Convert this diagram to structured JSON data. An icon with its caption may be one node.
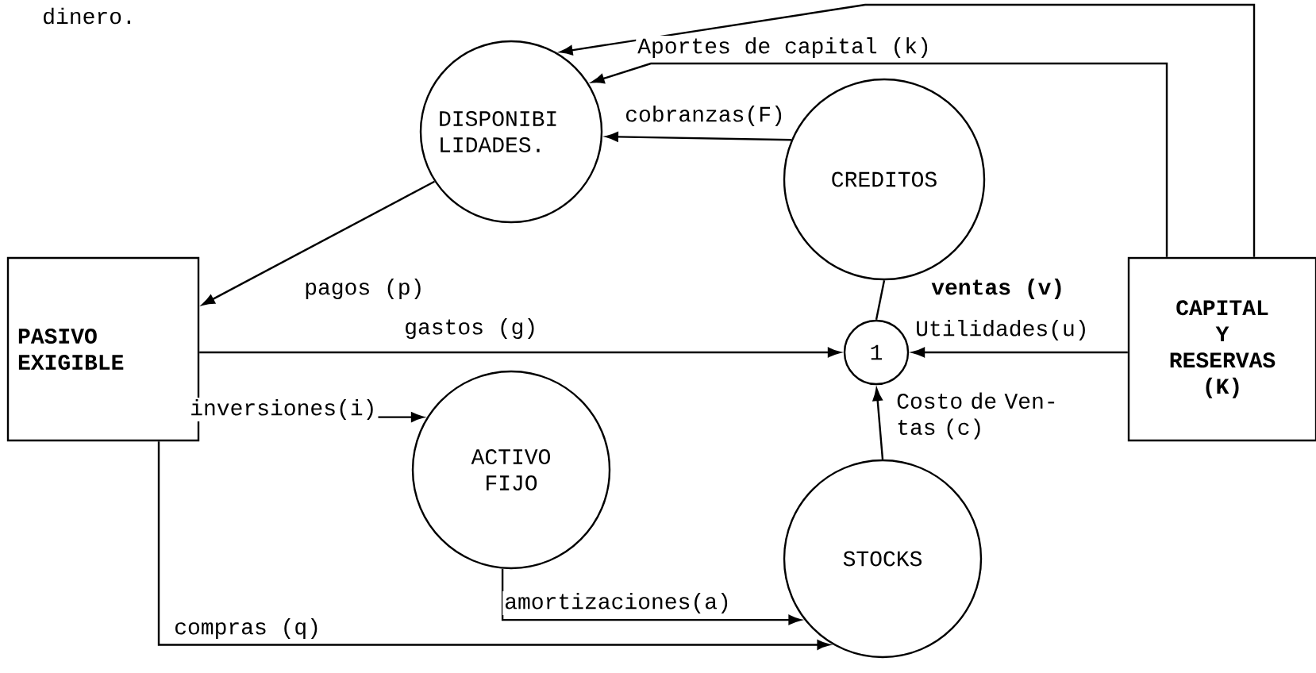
{
  "diagram": {
    "nodes": [
      {
        "text": [
          "DISPONIBI LIDADES."
        ]
      },
      {
        "text": [
          "CREDITOS"
        ]
      },
      {
        "text": [
          "PASIVO EXIGIBLE"
        ]
      },
      {
        "text": [
          "1"
        ]
      },
      {
        "text": [
          "CAPITAL Y RESERVAS (K)"
        ]
      },
      {
        "text": [
          "ACTIVO FIJO"
        ]
      },
      {
        "text": [
          "STOCKS"
        ]
      }
    ],
    "edges": [
      {
        "from": 4,
        "to": 0,
        "arrow": "to"
      },
      {
        "from": 4,
        "to": 0,
        "arrow": "to",
        "label": "Aportes de capital (k)"
      },
      {
        "from": 1,
        "to": 0,
        "arrow": "to",
        "label": "cobranzas(F)"
      },
      {
        "from": 0,
        "to": 2,
        "arrow": "to",
        "label": "pagos (p)"
      },
      {
        "from": 2,
        "to": 3,
        "arrow": "to",
        "label": "gastos (g)"
      },
      {
        "from": 1,
        "to": 3,
        "arrow": "none",
        "label": "ventas (v)"
      },
      {
        "from": 4,
        "to": 3,
        "arrow": "to",
        "label": "Utilidades(u)"
      },
      {
        "from": 6,
        "to": 3,
        "arrow": "to",
        "label": "Costo de Ven- tas (c)"
      },
      {
        "from": 2,
        "to": 5,
        "arrow": "to",
        "label": "inversiones(i)"
      },
      {
        "from": 5,
        "to": 6,
        "arrow": "to",
        "label": "amortizaciones(a)"
      },
      {
        "from": 2,
        "to": 6,
        "arrow": "to",
        "label": "compras (q)"
      }
    ],
    "labels": [
      "dinero."
    ]
  }
}
